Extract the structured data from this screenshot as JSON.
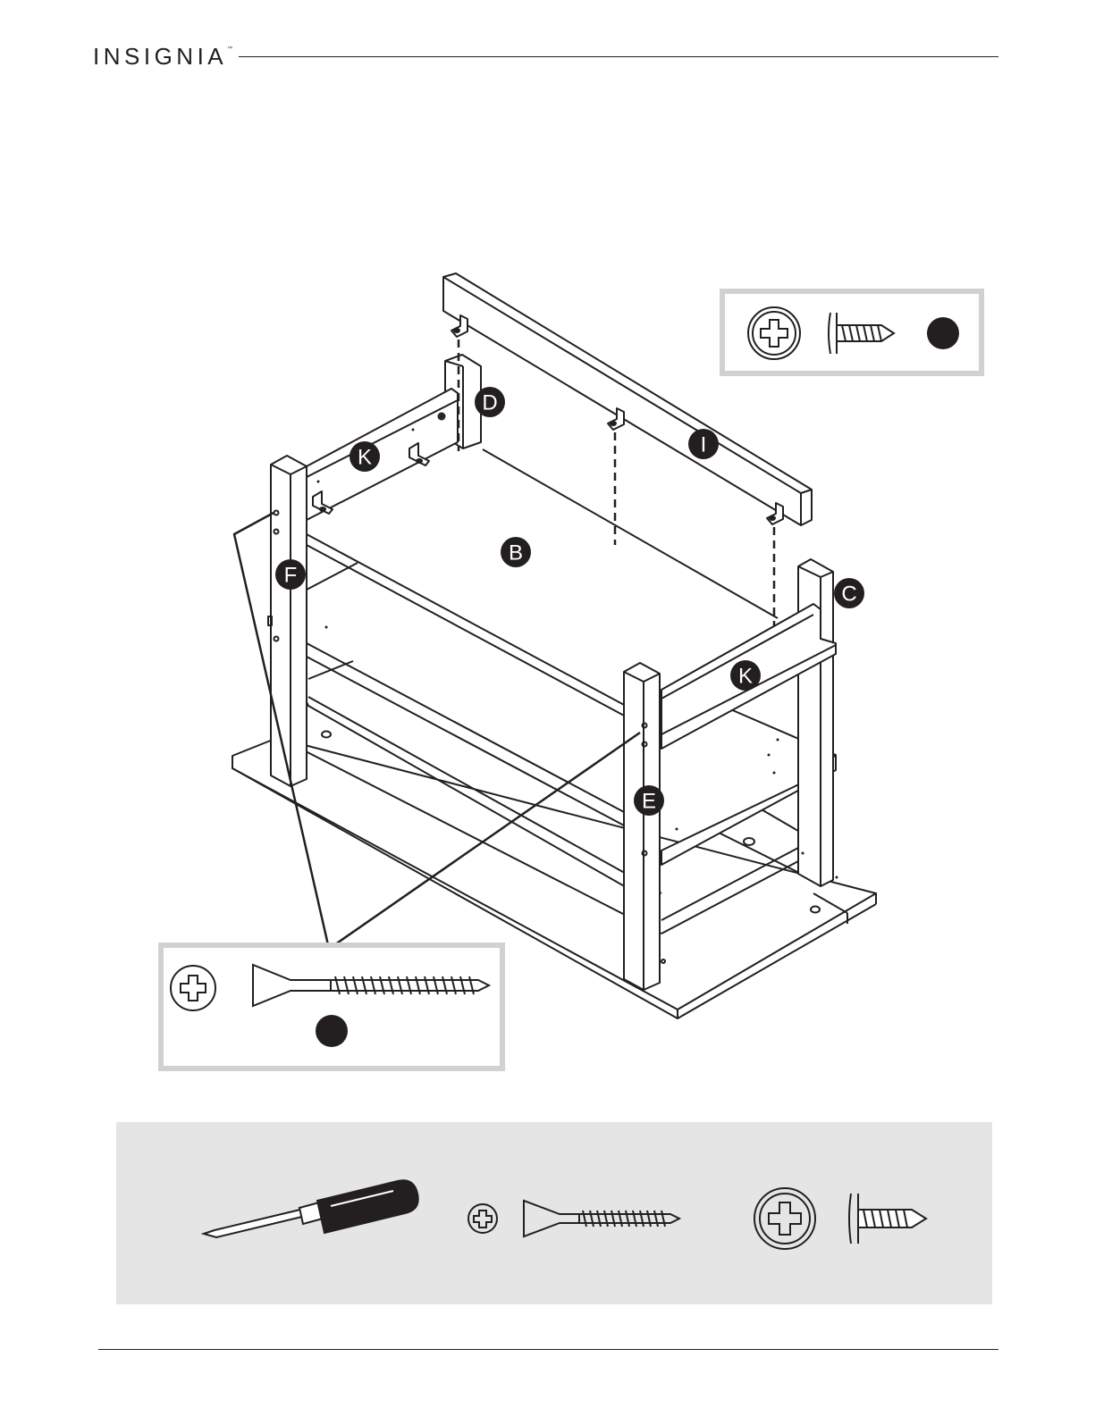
{
  "header": {
    "brand": "INSIGNIA",
    "trademark": "™"
  },
  "diagram": {
    "part_labels": {
      "top_rail": "I",
      "center_panel": "B",
      "back_left_post": "D",
      "back_right_post": "C",
      "front_left_post": "F",
      "front_right_post": "E",
      "left_side_rail": "K",
      "right_side_rail": "K"
    },
    "callouts": [
      {
        "icon": "washer-head-screw-icon",
        "label": ""
      },
      {
        "icon": "long-flat-head-screw-icon",
        "label": ""
      }
    ]
  },
  "tools_strip": {
    "items": [
      {
        "icon": "phillips-screwdriver-icon"
      },
      {
        "icon": "long-flat-head-screw-icon"
      },
      {
        "icon": "washer-head-screw-icon"
      }
    ]
  },
  "colors": {
    "line": "#231f20",
    "callout_box_border": "#d1d1d1",
    "tools_strip_bg": "#e5e5e5",
    "label_fill": "#231f20"
  }
}
